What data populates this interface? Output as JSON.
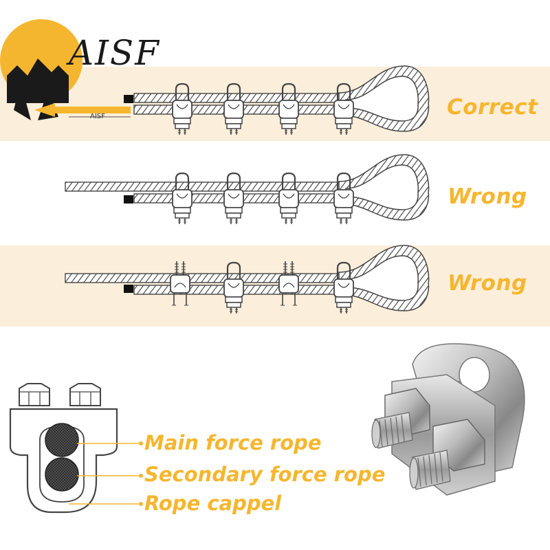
{
  "logo": {
    "text": "AISF",
    "small_text": "AISF"
  },
  "rows": [
    {
      "status": "Correct"
    },
    {
      "status": "Wrong"
    },
    {
      "status": "Wrong"
    }
  ],
  "legend": {
    "main_force": "Main force rope",
    "secondary_force": "Secondary force rope",
    "rope_cappel": "Rope cappel"
  },
  "colors": {
    "accent": "#f5b62f",
    "band": "#fbeedb",
    "rope": "#555555"
  }
}
